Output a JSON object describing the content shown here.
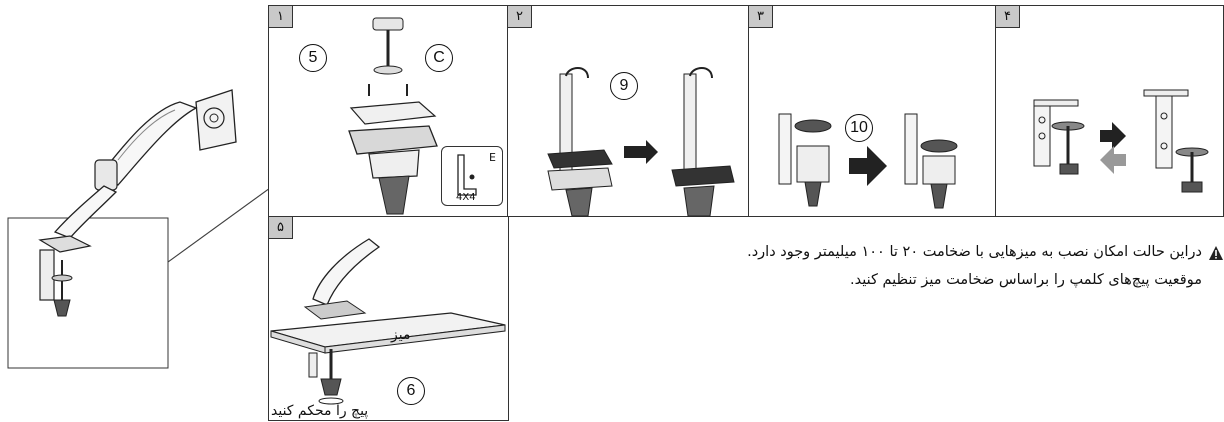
{
  "steps": [
    {
      "number": "۱",
      "callouts": [
        "5",
        "C"
      ],
      "tool": {
        "letter": "E",
        "size": "4X4"
      }
    },
    {
      "number": "۲",
      "callouts": [
        "9"
      ]
    },
    {
      "number": "۳",
      "callouts": [
        "10"
      ]
    },
    {
      "number": "۴",
      "callouts": []
    },
    {
      "number": "۵",
      "callouts": [
        "6"
      ],
      "desk_label": "میز",
      "tighten_label": "پیچ را محکم کنید"
    }
  ],
  "notes": {
    "line1": "دراین حالت امکان نصب به میزهایی با ضخامت ۲۰ تا ۱۰۰ میلیمتر وجود دارد.",
    "line2": "موقعیت پیچ‌های کلمپ را براساس ضخامت میز تنظیم کنید."
  },
  "colors": {
    "tab_fill": "#c9c9c9",
    "line": "#333333",
    "warning": "#222222"
  }
}
